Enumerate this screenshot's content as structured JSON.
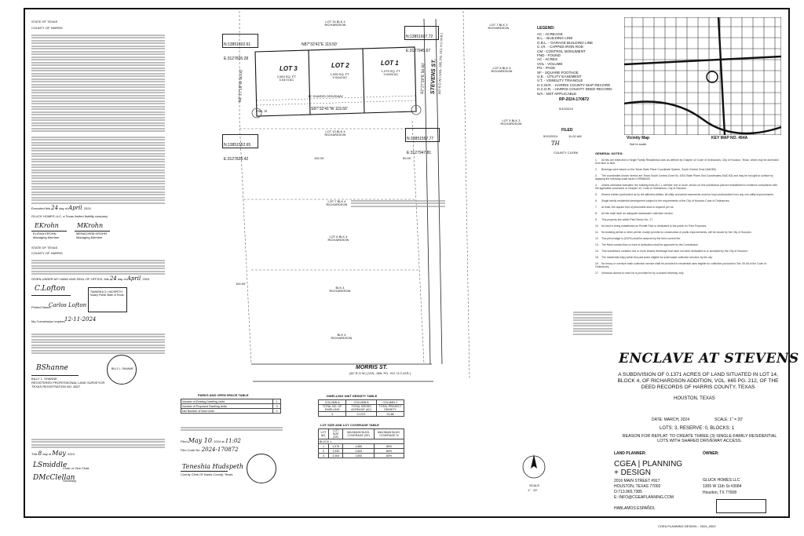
{
  "footer": {
    "drawing_id": "CGEA PLANNING DESIGN :: 2024_0002"
  },
  "left": {
    "state_header": "STATE OF TEXAS",
    "county_header": "COUNTY OF HARRIS",
    "owner_dated": "24",
    "owner_month": "April",
    "owner_year": "2024",
    "company_line": "GLUCK HOMES LLC, a Texas limited liability company",
    "sig1_name": "ELISHA KROHN",
    "sig1_title": "Managing Member",
    "sig2_name": "MENACHEM KROHN",
    "sig2_title": "Managing Member",
    "state2": "STATE OF TEXAS",
    "county2": "COUNTY OF HARRIS",
    "notary_given": "GIVEN UNDER MY HAND AND SEAL OF OFFICE, this",
    "notary_day": "24",
    "notary_month": "April",
    "notary_year": "2024",
    "notary_print": "Printed Name:",
    "notary_expires_label": "My Commission expires:",
    "notary_expires": "12-11-2024",
    "surveyor_name": "BILLY L. SHANNE",
    "surveyor_title": "REGISTERED PROFESSIONAL LAND SURVEYOR",
    "surveyor_reg": "TEXAS REGISTRATION NO. 5827",
    "commission_day": "8",
    "commission_month": "May",
    "commission_year": "2024",
    "commission_sig1_title": "Chair or Vice Chair",
    "commission_sig2_title": "Secretary",
    "stamp1": "BILLY L. SHANNE",
    "stamp2": "TAMARIKA G. HUDSPETH Notary Public State of Texas"
  },
  "plat": {
    "lot_labels": [
      "LOT 3",
      "LOT 2",
      "LOT 1"
    ],
    "lot_areas": [
      "2,063 SQ. FT. 0.0474 AC",
      "1,930 SQ. FT. 0.0444 AC",
      "1,975 SQ. FT. 0.0453 AC"
    ],
    "street_east": "STEVENS ST.",
    "street_east_sub": "(60' R.O.W.) (VOL. 665, PG. 212, H.C.M.R.)",
    "street_south": "MORRIS ST.",
    "street_south_sub": "(60' R.O.W.) (VOL. 665, PG. 212, H.C.M.R.)",
    "bearing_top": "N87°32'41\"E   119.50'",
    "bearing_bottom": "S87°32'41\"W   119.50'",
    "bearing_left": "N2°27'19\"W 50.00'",
    "bearing_right": "S2°27'19\"E 50.00'",
    "coord_nw": "N:13851602.61 E:3127826.28",
    "coord_ne": "N:13851607.72 E:3127945.67",
    "coord_sw": "N:13851552.65 E:3127828.42",
    "coord_se": "N:13851557.77 E:3127947.81",
    "block_labels": [
      "LOT 15 BLK 4 RICHARDSON",
      "LOT 13 BLK 4 RICHARDSON",
      "LOT 7 BLK 4 RICHARDSON",
      "LOT 6 BLK 4 RICHARDSON",
      "BLK 4 RICHARDSON",
      "BLK 4 RICHARDSON",
      "LOT 7 BLK 3 RICHARDSON",
      "LOT 8 BLK 3 RICHARDSON",
      "LOT 5 BLK 3 RICHARDSON"
    ],
    "shared_easement": "15' SHARED DRIVEWAY",
    "fnd_label": "FND. IR",
    "dim_115": "115.00'",
    "dim_50": "50.00'",
    "dim_100": "100.00'"
  },
  "legend": {
    "title": "LEGEND:",
    "items": [
      "AC - ACREAGE",
      "B.L. - BUILDING LINE",
      "G.B.L. - GARAGE BUILDING LINE",
      "C.I.R. - CAPPED IRON ROD",
      "CM - CONTROL MONUMENT",
      "FND - FOUND",
      "AC - ACRES",
      "VOL - VOLUME",
      "PG - PAGE",
      "SF - SQUARE FOOTAGE",
      "U.E. - UTILITY EASEMENT",
      "V.T. - VISIBILITY TRIANGLE",
      "H.C.M.R. - HARRIS COUNTY MAP RECORD",
      "H.C.D.R. - HARRIS COUNTY DEED RECORD",
      "N/A - NOT APPLICABLE"
    ]
  },
  "vicinity": {
    "title": "Vicinity Map",
    "subtitle": "Not to scale",
    "key_map": "KEY MAP NO. 494A"
  },
  "record": {
    "rp_number": "RP-2024-170872",
    "recorded_date": "5/10/2024",
    "filed_label": "FILED",
    "filed_date": "5/10/2024",
    "filed_time": "11:02 AM",
    "clerk_label": "COUNTY CLERK"
  },
  "notes": {
    "title": "GENERAL NOTES:",
    "items": [
      "All lots are restricted to Single Family Residential Uses as defined by Chapter 42 Code of Ordinances, City of Houston, Texas, which may be amended from time to time.",
      "Bearings were based on the Texas State Plane Coordinate System, South Central Zone (NAD83).",
      "The coordinates shown hereon are Texas South Central Zone No. 4204 State Plane Grid Coordinates (NAD 83) and may be brought to surface by applying the following scale factor 0.99986049.",
      "Unless otherwise indicated, the building lines (B.L.), whether one or more, shown on this subdivision plat are established to evidence compliance with the applicable provisions of Chapter 42, Code of Ordinances, City of Houston.",
      "Shared entries (authorized as by the affected utilities, all utility and aerial easements must be kept unobstructed from any non-utility improvements.",
      "Single family residential development subject to the requirements of the City of Houston Code of Ordinances.",
      "At least 150 square feet of permeable area is required per lot.",
      "All lots shall have an adequate wastewater collection service.",
      "This property lies within Park Sector No. 17.",
      "No land is being established as Private Park or dedicated to the public for Park Purposes.",
      "No building permit or other permit, except permits for construction of public improvements, will be issued by the City of Houston.",
      "This percentage is (100%) shall be assured by the then-current fee.",
      "The finish contact flow or lines of dedication shall be approved by the Commission.",
      "This subdivision contains one or more shared driveways that have not been dedicated to or accepted by the City of Houston.",
      "The residential lot(s) within this plat is/are eligible for solid waste collection services by the city.",
      "No heavy or oversize trash collection service shall be provided to residential uses eligible for collection pursuant to Sec 39-65 of the Code of Ordinances.",
      "Vehicular access to each lot is provided for by a shared driveway only."
    ]
  },
  "title_block": {
    "title": "ENCLAVE AT STEVENS",
    "subtitle": "A SUBDIVISION OF 0.1371 ACRES OF LAND SITUATED IN LOT 14, BLOCK 4, OF RICHARDSON ADDITION, VOL. 665 PG. 212, OF THE DEED RECORDS OF HARRIS COUNTY, TEXAS",
    "city": "HOUSTON, TEXAS",
    "date": "DATE: MARCH, 2024",
    "scale": "SCALE: 1\" = 20'",
    "lots": "LOTS: 3, RESERVE: 0, BLOCKS: 1",
    "reason": "REASON FOR REPLAT: TO CREATE THREE (3) SINGLE-FAMILY RESIDENTIAL LOTS WITH SHARED DRIVEWAY ACCESS.",
    "planner_label": "LAND PLANNER:",
    "owner_label": "OWNER:",
    "planner_name_1": "CGEA | PLANNING",
    "planner_name_2": "+ DESIGN",
    "planner_addr1": "2016 MAIN STREET #917",
    "planner_addr2": "HOUSTON, TEXAS 77002",
    "planner_phone": "O:713.965.7385",
    "planner_email": "E: INFO@CGEAPLANNING.COM",
    "planner_lang": "HABLAMOS ESPAÑOL",
    "owner_name": "GLUCK HOMES LLC",
    "owner_addr1": "1305 W 11th St #3084",
    "owner_addr2": "Houston, TX 77008",
    "scale_label": "SCALE",
    "scale_value": "1\" - 20'"
  },
  "tables": {
    "park_title": "PARKS AND OPEN SPACE TABLE",
    "park_rows": [
      [
        "Number of Existing Dwelling Units",
        "1"
      ],
      [
        "Number of Proposed Dwelling Units",
        "3"
      ],
      [
        "Net Number of New Units",
        "2"
      ]
    ],
    "dwelling_title": "DWELLING UNIT DENSITY TABLE",
    "dwelling_head": [
      "COLUMN A",
      "COLUMN B",
      "COLUMN C"
    ],
    "dwelling_sub": [
      "TOTAL NO. OF DWELLING",
      "TOTAL GROSS ACREAGE (AC)",
      "TOTAL PROJECT DENSITY"
    ],
    "dwelling_vals": [
      "3",
      "0.1371",
      "21.88"
    ],
    "lot_title": "LOT SIZE AND LOT COVERAGE TABLE",
    "lot_head": [
      "LOT NO.",
      "LOT SIZE (SF)",
      "MAXIMUM BLDG. COVERAGE (SF)",
      "MAXIMUM BLDG. COVERAGE %"
    ],
    "lot_block": "BLOCK 1",
    "lot_rows": [
      [
        "1",
        "1,975",
        "1,580",
        "80%"
      ],
      [
        "2",
        "1,930",
        "1,544",
        "80%"
      ],
      [
        "3",
        "2,063",
        "1,650",
        "80%"
      ]
    ]
  },
  "county_cert": {
    "clerk_sig": "Teneshia Hudspeth",
    "clerk_title": "County Clerk Of Harris County, Texas",
    "rec_date": "May 10",
    "rec_year": "2024",
    "rec_time": "11:02",
    "rec_file": "2024-170872"
  }
}
